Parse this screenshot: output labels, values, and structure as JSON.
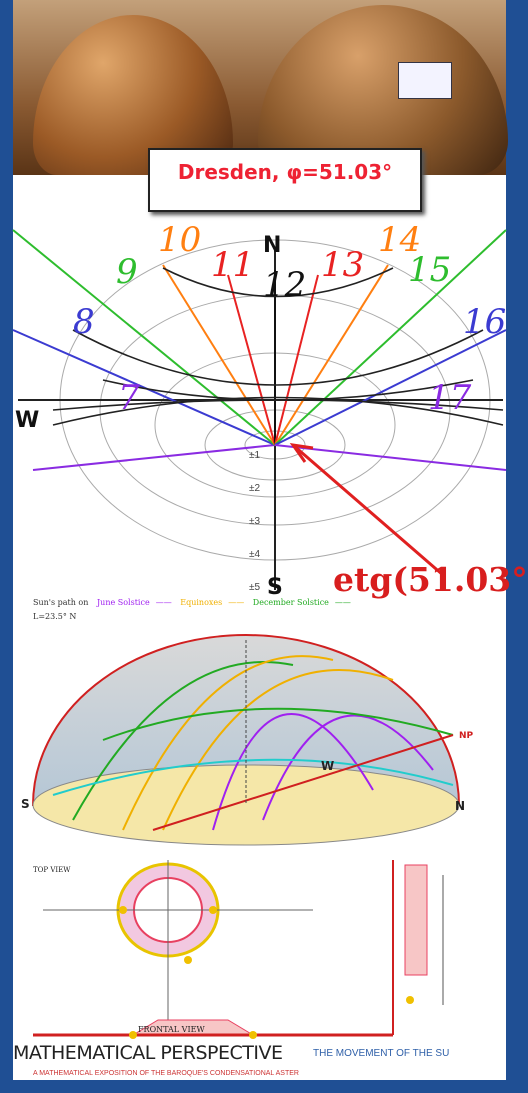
{
  "dresden_label": "Dresden, φ=51.03°",
  "cardinals": {
    "north": "N",
    "west": "W",
    "south": "S"
  },
  "hours": [
    {
      "label": "7",
      "color": "#8a2be2"
    },
    {
      "label": "8",
      "color": "#3b3bd1"
    },
    {
      "label": "9",
      "color": "#2ebd2e"
    },
    {
      "label": "10",
      "color": "#ff7f11"
    },
    {
      "label": "11",
      "color": "#e82222"
    },
    {
      "label": "12",
      "color": "#111111"
    },
    {
      "label": "13",
      "color": "#e82222"
    },
    {
      "label": "14",
      "color": "#ff7f11"
    },
    {
      "label": "15",
      "color": "#2ebd2e"
    },
    {
      "label": "16",
      "color": "#3b3bd1"
    },
    {
      "label": "17",
      "color": "#8a2be2"
    }
  ],
  "axis_ticks": [
    "±1",
    "±2",
    "±3",
    "±4",
    "±5"
  ],
  "etg_label": "etg(51.03°",
  "legend": {
    "title": "Sun's path on",
    "items": [
      {
        "label": "June Solstice",
        "color": "#a020f0"
      },
      {
        "label": "Equinoxes",
        "color": "#f0b000"
      },
      {
        "label": "December Solstice",
        "color": "#22aa22"
      }
    ],
    "latitude": "L=23.5° N"
  },
  "dome_labels": {
    "south": "S",
    "north": "N",
    "west": "W",
    "np": "NP"
  },
  "bottom": {
    "top_view": "TOP VIEW",
    "elevation": "FRONTAL VIEW"
  },
  "footer": {
    "title": "MATHEMATICAL PERSPECTIVE",
    "subtitle": "THE MOVEMENT OF THE SU",
    "small": "A MATHEMATICAL EXPOSITION OF THE BAROQUE'S CONDENSATIONAL ASTER"
  }
}
